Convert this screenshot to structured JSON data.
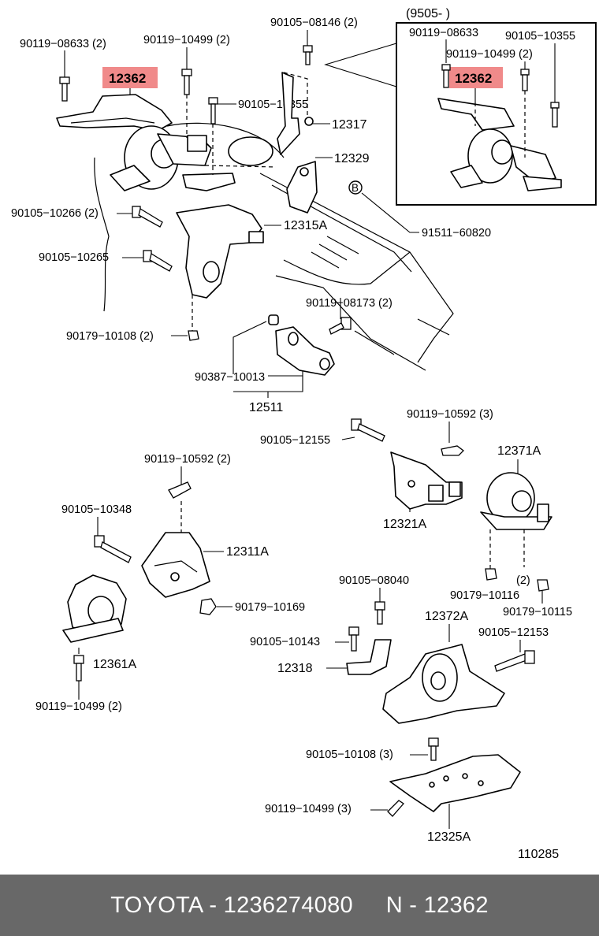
{
  "colors": {
    "highlight": "#f08a8a",
    "footer_bg": "#686868",
    "footer_text": "#ffffff"
  },
  "inset": {
    "title": "(9505-          )"
  },
  "labels": {
    "p90119_08633_2": "90119−08633 (2)",
    "p90119_10499_2_top": "90119−10499 (2)",
    "p90105_08146_2": "90105−08146 (2)",
    "p12362_main": "12362",
    "p90105_10355_main": "90105−10355",
    "p12317": "12317",
    "p12329": "12329",
    "p90105_10266_2": "90105−10266 (2)",
    "p12315A": "12315A",
    "p91511_60820": "91511−60820",
    "p90105_10265": "90105−10265",
    "p90119_08173_2": "90119−08173 (2)",
    "p90179_10108_2": "90179−10108 (2)",
    "p90387_10013": "90387−10013",
    "p12511": "12511",
    "in_90119_08633": "90119−08633",
    "in_90105_10355": "90105−10355",
    "in_90119_10499_2": "90119−10499 (2)",
    "p12362_inset": "12362",
    "p90119_10592_3": "90119−10592 (3)",
    "p90105_12155": "90105−12155",
    "p12371A": "12371A",
    "p90119_10592_2": "90119−10592 (2)",
    "p12321A": "12321A",
    "p90105_10348": "90105−10348",
    "p12311A": "12311A",
    "p90105_08040": "90105−08040",
    "p2": "(2)",
    "p90179_10116": "90179−10116",
    "p90179_10115": "90179−10115",
    "p90179_10169": "90179−10169",
    "p12372A": "12372A",
    "p90105_12153": "90105−12153",
    "p90105_10143": "90105−10143",
    "p12361A": "12361A",
    "p12318": "12318",
    "p90119_10499_2_bottom": "90119−10499 (2)",
    "p90105_10108_3": "90105−10108 (3)",
    "p90119_10499_3": "90119−10499 (3)",
    "p12325A": "12325A",
    "diagram_no": "110285"
  },
  "callout_letter": "B",
  "footer": {
    "text": "TOYOTA - 1236274080     N - 12362"
  }
}
